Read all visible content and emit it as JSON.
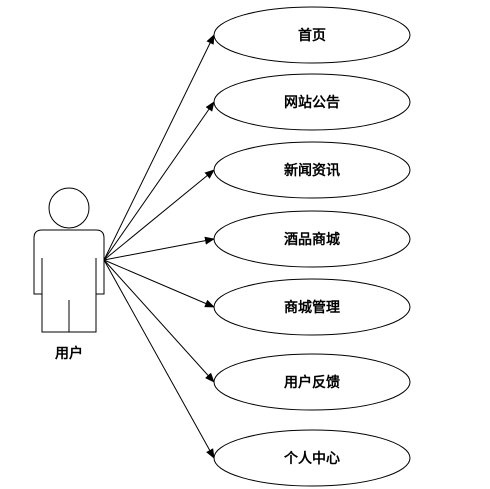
{
  "actor": {
    "label": "用户"
  },
  "use_cases": [
    {
      "id": "home",
      "label": "首页"
    },
    {
      "id": "site-notice",
      "label": "网站公告"
    },
    {
      "id": "news",
      "label": "新闻资讯"
    },
    {
      "id": "wine-mall",
      "label": "酒品商城"
    },
    {
      "id": "mall-management",
      "label": "商城管理"
    },
    {
      "id": "user-feedback",
      "label": "用户反馈"
    },
    {
      "id": "personal-center",
      "label": "个人中心"
    }
  ],
  "colors": {
    "line": "#000000",
    "fill": "#ffffff",
    "text": "#000000"
  }
}
